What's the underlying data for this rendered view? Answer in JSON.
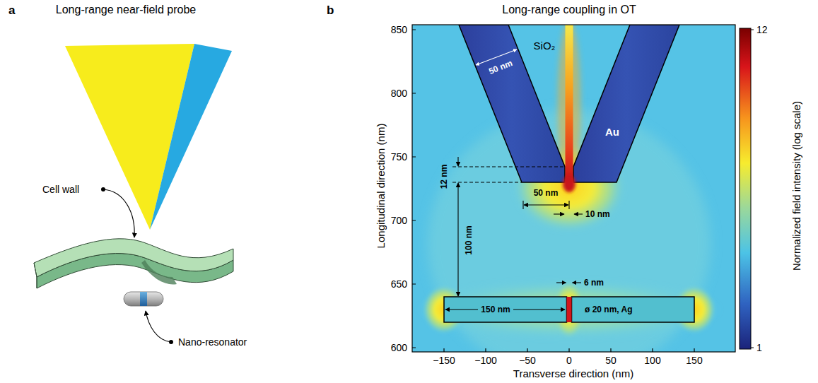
{
  "diagram": {
    "labels": [
      "a",
      "Long-range near-field probe",
      "b",
      "Long-range coupling in OT",
      "Cell wall",
      "Nano-resonator",
      "850",
      "800",
      "750",
      "700",
      "650",
      "600",
      "Longitudinal direction (nm)",
      "−150",
      "−100",
      "−50",
      "0",
      "50",
      "100",
      "150",
      "Transverse direction (nm)",
      "SiO₂",
      "50 nm",
      "Au",
      "12 nm",
      "100 nm",
      "50 nm",
      "10 nm",
      "6 nm",
      "150 nm",
      "ø 20 nm, Ag",
      "12",
      "1",
      "Normalized field intensity (log scale)"
    ]
  }
}
